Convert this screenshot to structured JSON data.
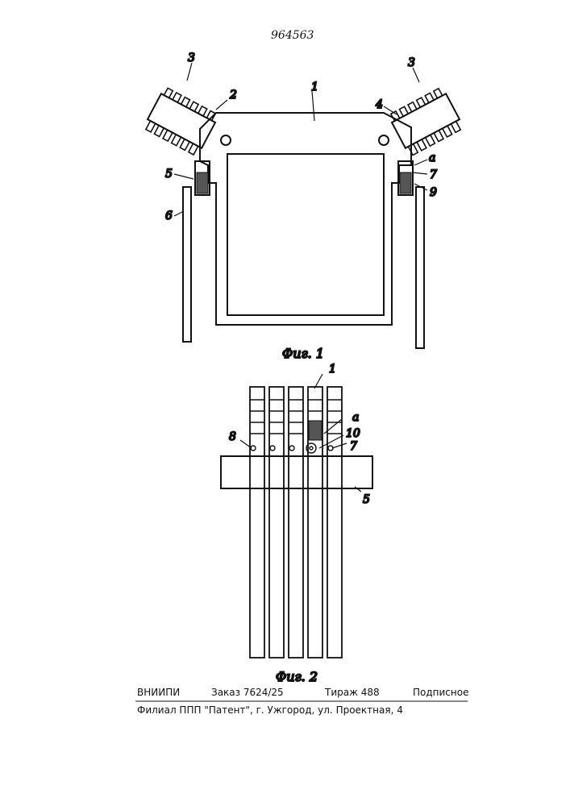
{
  "header": {
    "patent_number": "964563"
  },
  "figure1": {
    "caption": "Фиг. 1",
    "labels": {
      "l1": "1",
      "l2": "2",
      "l3a": "3",
      "l3b": "3",
      "l4": "4",
      "l5": "5",
      "l6": "6",
      "l7": "7",
      "l9": "9",
      "la": "а"
    }
  },
  "figure2": {
    "caption": "Фиг. 2",
    "labels": {
      "l1": "1",
      "la": "а",
      "l10": "10",
      "l8": "8",
      "l7": "7",
      "l5": "5"
    }
  },
  "imprint": {
    "org": "ВНИИПИ",
    "order": "Заказ 7624/25",
    "circulation": "Тираж 488",
    "subscription": "Подписное",
    "address": "Филиал ППП \"Патент\", г. Ужгород, ул. Проектная, 4"
  }
}
